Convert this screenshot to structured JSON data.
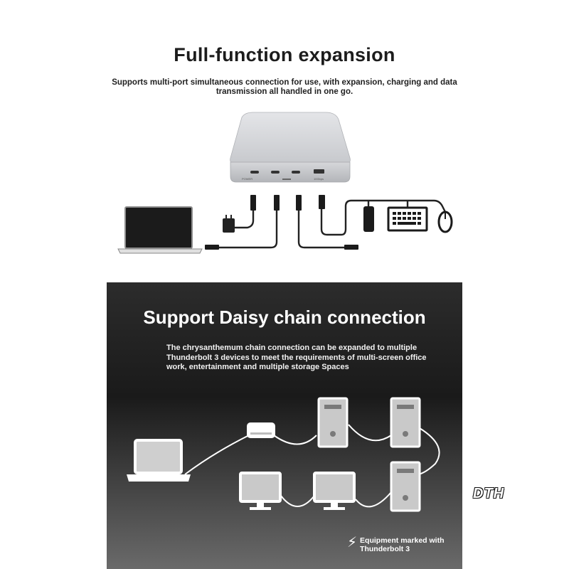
{
  "section1": {
    "title": "Full-function expansion",
    "subtitle": "Supports multi-port simultaneous connection for use, with expansion, charging and data transmission all handled in one go."
  },
  "hub": {
    "port_labels": [
      "POWER",
      "10Gbps"
    ]
  },
  "section2": {
    "title": "Support Daisy chain connection",
    "subtitle": "The chrysanthemum chain connection can be expanded to multiple Thunderbolt 3 devices to meet the requirements of multi-screen office work, entertainment and multiple storage Spaces",
    "legend": "Equipment marked with Thunderbolt 3"
  },
  "watermark": "DTH",
  "colors": {
    "dark_bg": "#1e1e1e",
    "accent_white": "#ffffff",
    "text_dark": "#1c1c1c"
  }
}
